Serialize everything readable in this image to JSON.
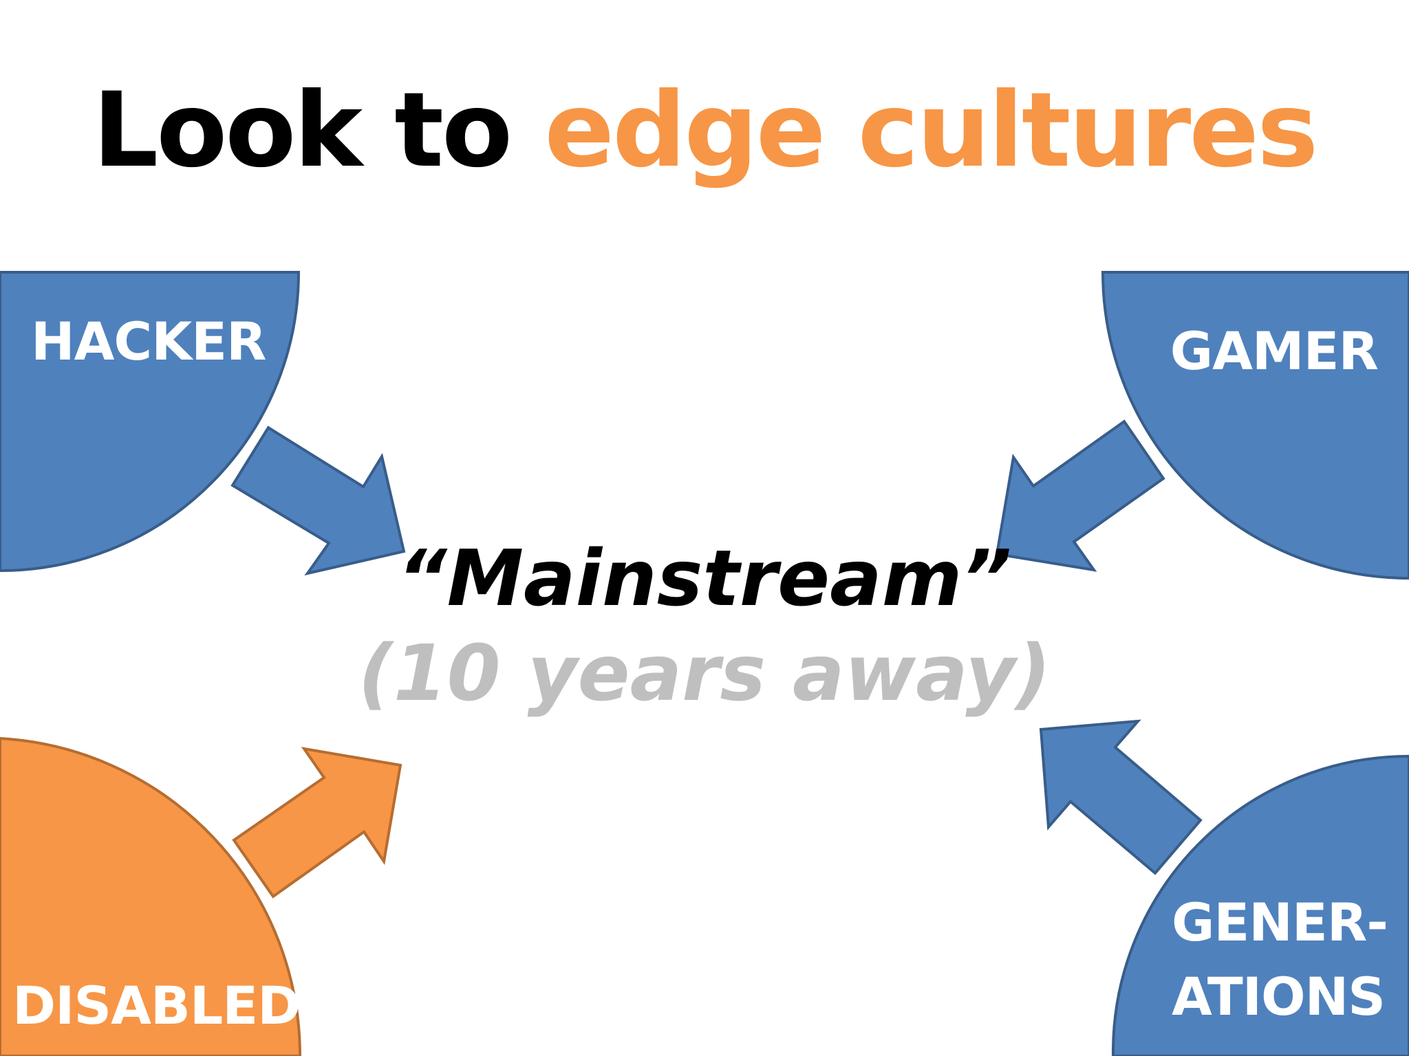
{
  "title": {
    "prefix": "Look to ",
    "accent": "edge cultures"
  },
  "nodes": {
    "hacker": "HACKER",
    "gamer": "GAMER",
    "disabled": "DISABLED",
    "generations_line1": "GENER-",
    "generations_line2": "ATIONS"
  },
  "center": {
    "main": "“Mainstream”",
    "sub": "(10 years away)"
  },
  "colors": {
    "blue_fill": "#4f81bd",
    "blue_stroke": "#385d8a",
    "orange_fill": "#f79646",
    "orange_stroke": "#b66d31",
    "title_accent": "#f79646",
    "subtitle_gray": "#bfbfbf"
  }
}
